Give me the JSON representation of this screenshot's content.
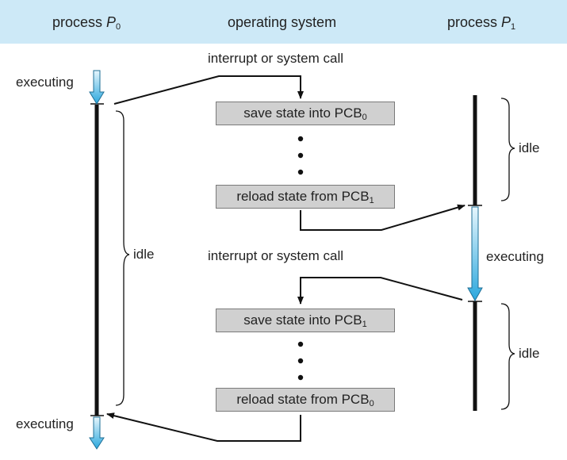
{
  "header": {
    "col_left": {
      "text": "process ",
      "var": "P",
      "sub": "0"
    },
    "col_middle": "operating system",
    "col_right": {
      "text": "process ",
      "var": "P",
      "sub": "1"
    }
  },
  "labels": {
    "interrupt_top": "interrupt or system call",
    "interrupt_mid": "interrupt or system call",
    "executing_top": "executing",
    "executing_mid": "executing",
    "executing_bottom": "executing",
    "idle_left": "idle",
    "idle_right_top": "idle",
    "idle_right_bottom": "idle"
  },
  "boxes": [
    {
      "text": "save state into PCB",
      "sub": "0"
    },
    {
      "text": "reload state from PCB",
      "sub": "1"
    },
    {
      "text": "save state into PCB",
      "sub": "1"
    },
    {
      "text": "reload state from PCB",
      "sub": "0"
    }
  ],
  "colors": {
    "header_bg": "#cde9f7",
    "arrow_fill": "#3aaee0",
    "box_bg": "#d0d0d0",
    "line": "#111111"
  }
}
